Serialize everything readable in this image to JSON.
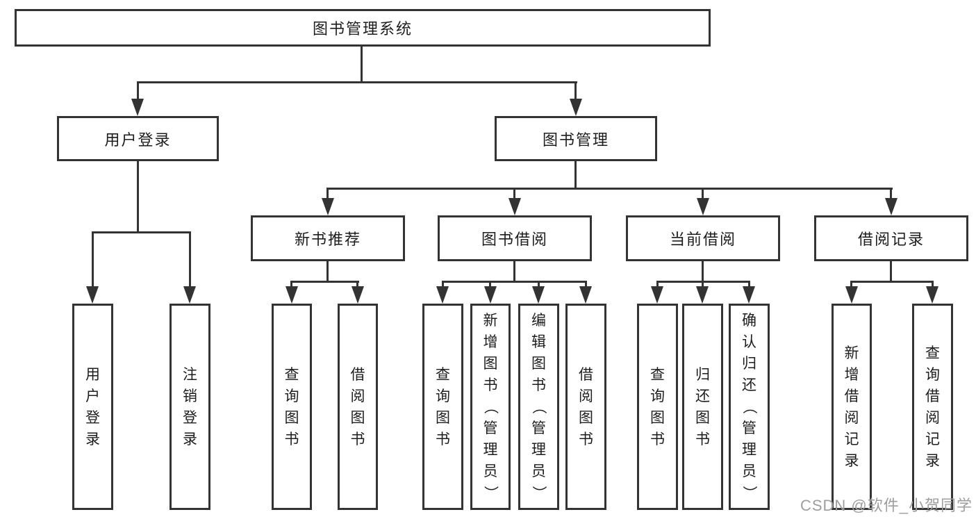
{
  "diagram": {
    "title": "图书管理系统",
    "level2": [
      {
        "label": "用户登录"
      },
      {
        "label": "图书管理"
      }
    ],
    "level3": [
      {
        "label": "新书推荐"
      },
      {
        "label": "图书借阅"
      },
      {
        "label": "当前借阅"
      },
      {
        "label": "借阅记录"
      }
    ],
    "leaves": {
      "login": [
        "用户登录",
        "注销登录"
      ],
      "recommend": [
        "查询图书",
        "借阅图书"
      ],
      "borrow": [
        "查询图书",
        "新增图书（管理员）",
        "编辑图书（管理员）",
        "借阅图书"
      ],
      "current": [
        "查询图书",
        "归还图书",
        "确认归还（管理员）"
      ],
      "records": [
        "新增借阅记录",
        "查询借阅记录"
      ]
    },
    "colors": {
      "line": "#333333",
      "box_fill": "#ffffff",
      "text": "#1d1d1d",
      "watermark": "#9e9e9e",
      "background": "#ffffff"
    }
  },
  "watermark": {
    "text": "CSDN @软件_小贺同学"
  }
}
